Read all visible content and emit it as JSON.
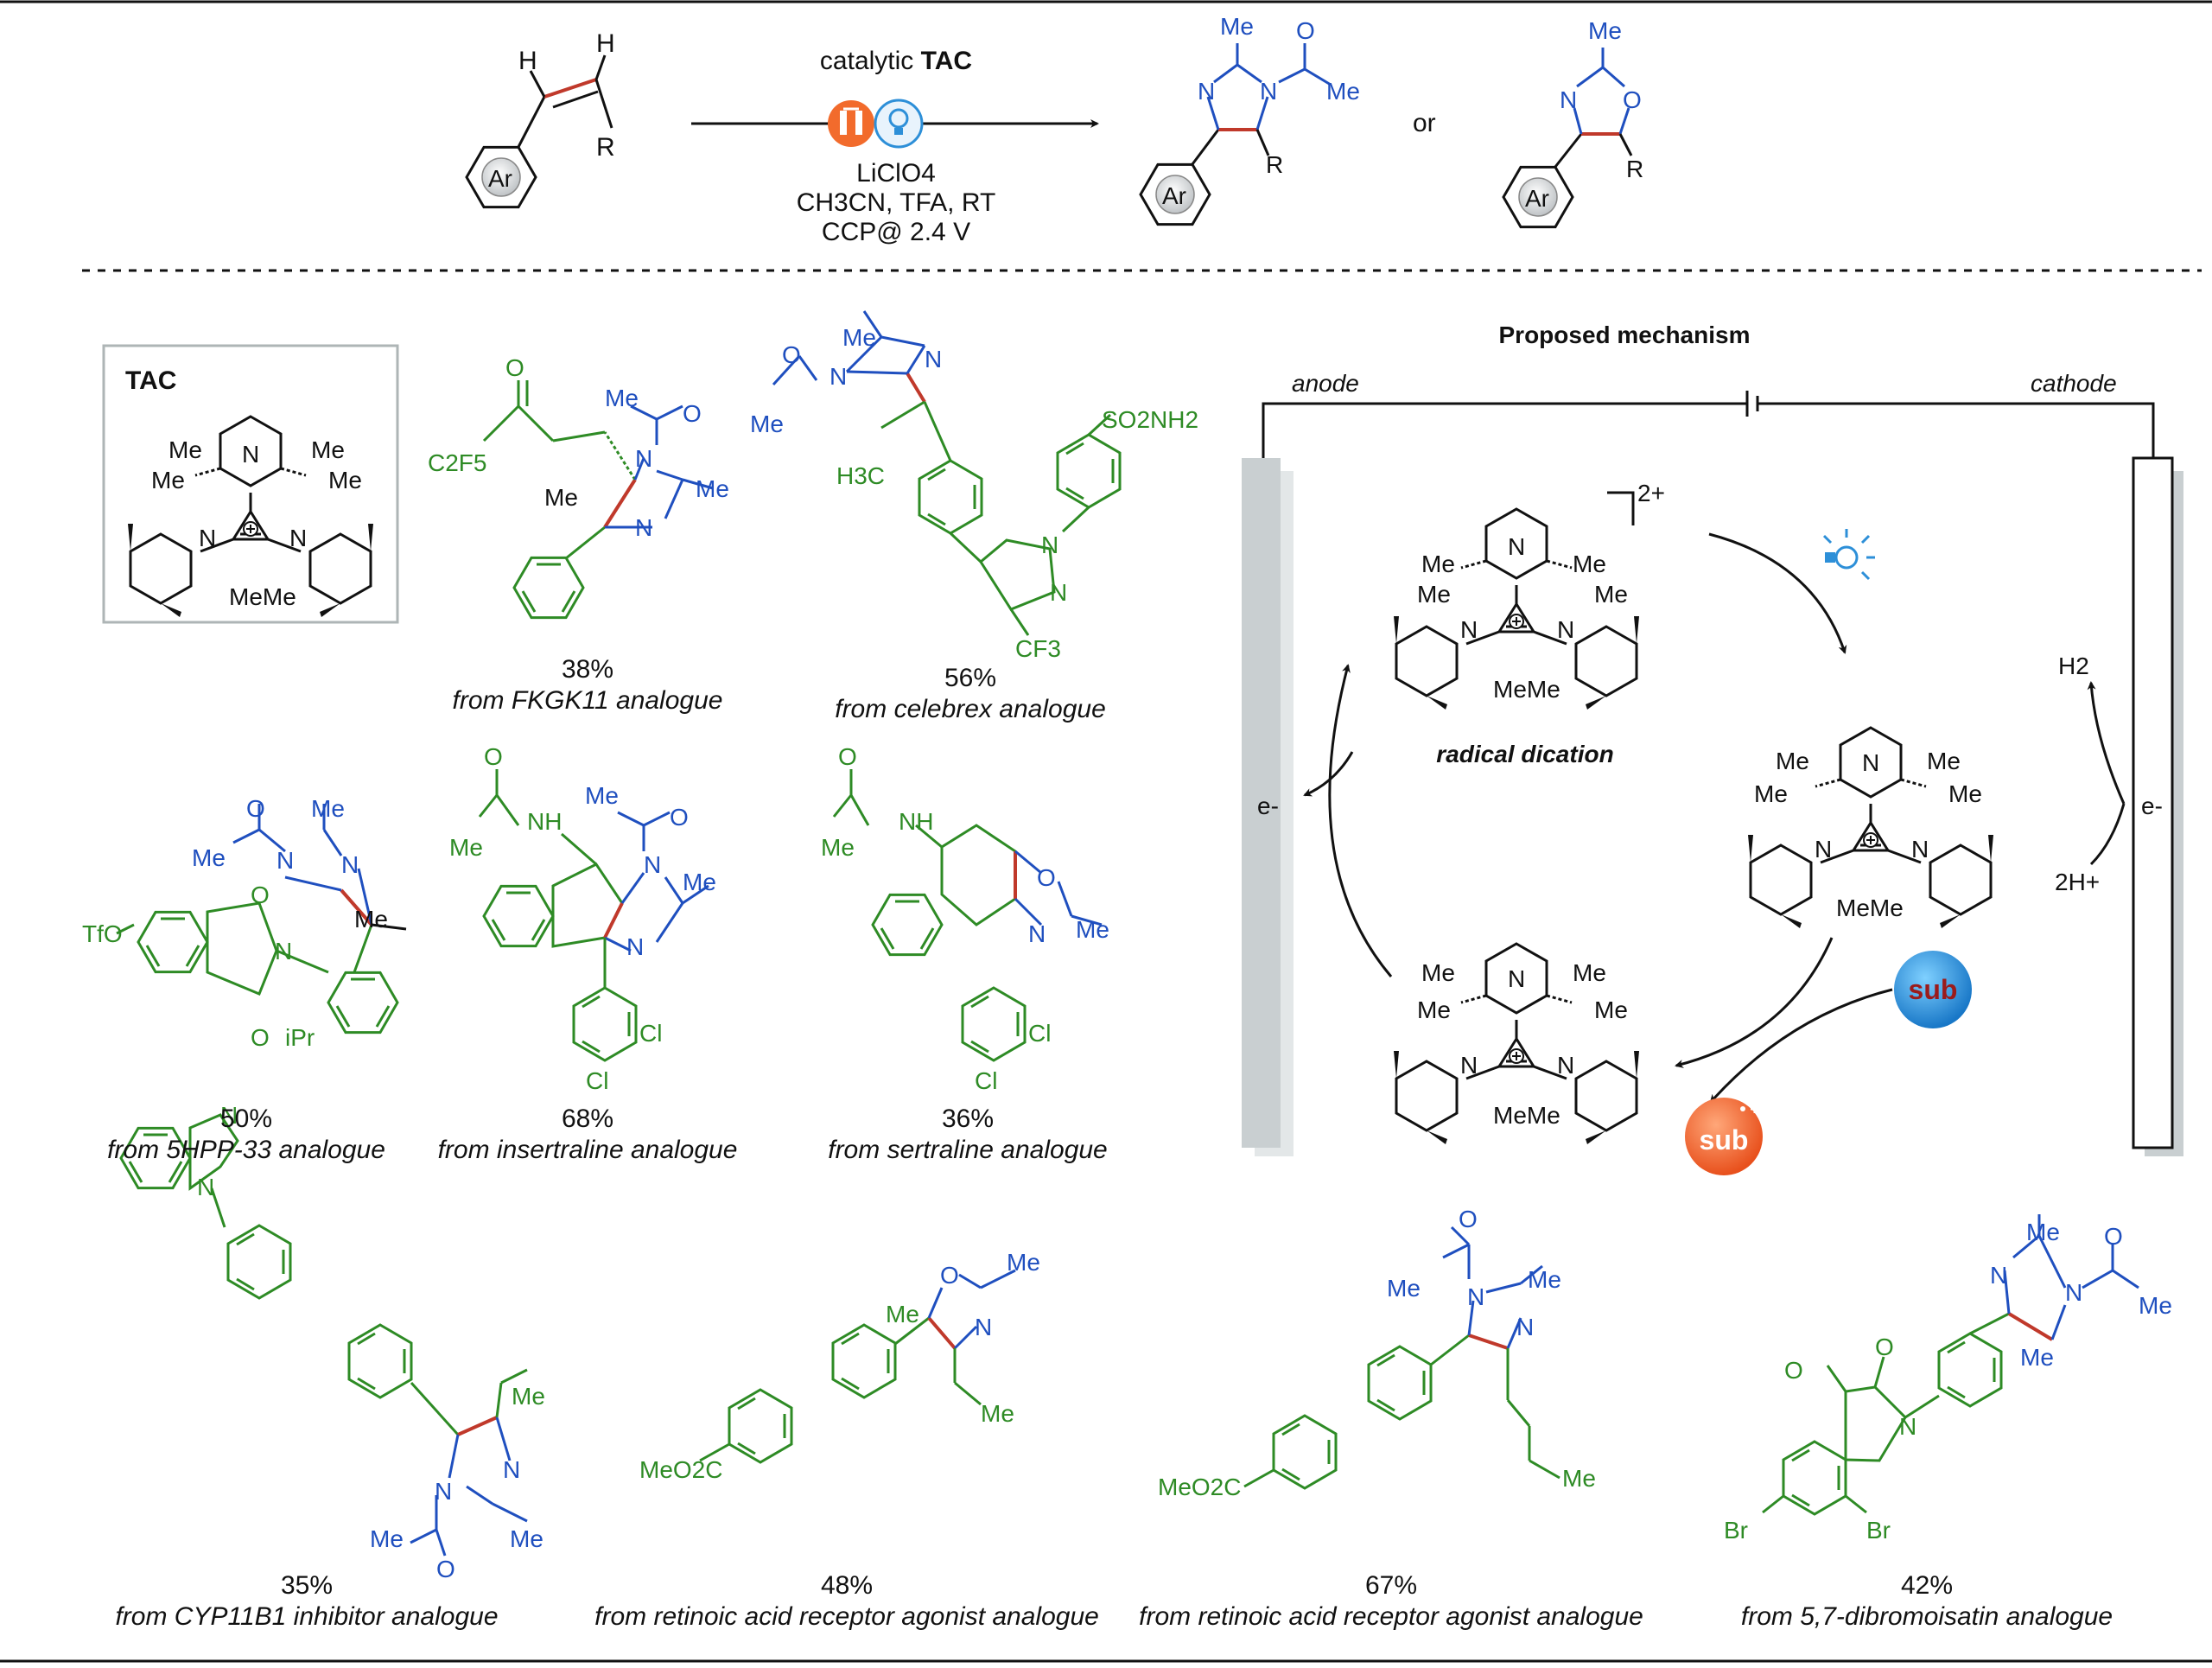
{
  "colors": {
    "green": "#2e8b25",
    "blue": "#1f4fbf",
    "red": "#c0392b",
    "gray": "#c9cfd1",
    "orange": "#f26b2c",
    "ball_blue": "#2d8fd8",
    "sub_red": "#9b1b1b"
  },
  "reaction": {
    "catalyst_prefix": "catalytic ",
    "catalyst": "TAC",
    "reagent": "LiClO4",
    "conditions_1": "CH3CN, TFA, RT",
    "conditions_2": "CCP@ 2.4 V",
    "or": "or",
    "icons": [
      "electrochemistry-icon",
      "light-bulb-icon"
    ]
  },
  "tac_box_label": "TAC",
  "atoms": {
    "me": "Me",
    "n": "N",
    "o": "O",
    "h": "H",
    "r": "R",
    "ar": "Ar"
  },
  "products": [
    {
      "yield": "38%",
      "source": "from FKGK11 analogue"
    },
    {
      "yield": "56%",
      "source": "from celebrex analogue"
    },
    {
      "yield": "50%",
      "source": "from 5HPP-33 analogue"
    },
    {
      "yield": "68%",
      "source": "from insertraline analogue"
    },
    {
      "yield": "36%",
      "source": "from sertraline analogue"
    },
    {
      "yield": "35%",
      "source": "from CYP11B1 inhibitor analogue"
    },
    {
      "yield": "48%",
      "source": "from retinoic acid receptor agonist analogue"
    },
    {
      "yield": "67%",
      "source": "from retinoic acid receptor agonist analogue"
    },
    {
      "yield": "42%",
      "source": "from 5,7-dibromoisatin analogue"
    }
  ],
  "substituents": {
    "c2f5": "C2F5",
    "so2nh2": "SO2NH2",
    "h3c": "H3C",
    "cf3": "CF3",
    "tfo": "TfO",
    "ipr": "iPr",
    "nh": "NH",
    "cl": "Cl",
    "br": "Br",
    "meo2c": "MeO2C",
    "meme": "MeMe"
  },
  "mechanism": {
    "title": "Proposed mechanism",
    "anode": "anode",
    "cathode": "cathode",
    "radical_dication": "radical dication",
    "charge_2plus": "2+",
    "electron_left": "e-",
    "electron_right": "e-",
    "h2": "H2",
    "protons": "2H+",
    "sub": "sub",
    "sub_radical_cation": "sub"
  }
}
